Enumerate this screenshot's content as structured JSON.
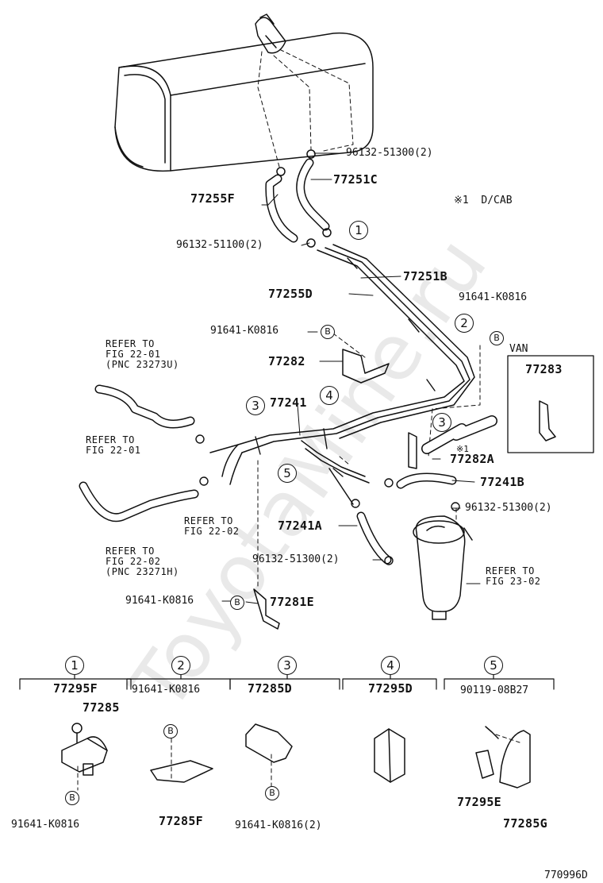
{
  "watermark": "ToyotaMine.ru",
  "note": {
    "mark": "※1",
    "text": "D/CAB"
  },
  "note_small": "※1",
  "van_label": "VAN",
  "labels": {
    "p96132_51300_a": "96132-51300(2)",
    "p77251C": "77251C",
    "p77255F": "77255F",
    "p96132_51100": "96132-51100(2)",
    "p77251B": "77251B",
    "p77255D": "77255D",
    "p91641_K0816_a": "91641-K0816",
    "p91641_K0816_b": "91641-K0816",
    "p77282": "77282",
    "p77283": "77283",
    "p77241": "77241",
    "p77282A": "77282A",
    "p77241B": "77241B",
    "p96132_51300_b": "96132-51300(2)",
    "p77241A": "77241A",
    "p96132_51300_c": "96132-51300(2)",
    "p91641_K0816_c": "91641-K0816",
    "p77281E": "77281E"
  },
  "refs": {
    "r1": "REFER TO\nFIG 22-01\n(PNC 23273U)",
    "r2": "REFER TO\nFIG 22-01",
    "r3": "REFER TO\nFIG 22-02",
    "r4": "REFER TO\nFIG 22-02\n(PNC 23271H)",
    "r5": "REFER TO\nFIG 23-02"
  },
  "circles": [
    "1",
    "2",
    "3",
    "3",
    "4",
    "5"
  ],
  "b_mark": "B",
  "details": [
    {
      "num": "1",
      "top": "77295F",
      "mid": "77285",
      "bottom": "91641-K0816"
    },
    {
      "num": "2",
      "top": "91641-K0816",
      "bottom": "77285F"
    },
    {
      "num": "3",
      "top": "77285D",
      "bottom": "91641-K0816(2)"
    },
    {
      "num": "4",
      "top": "77295D"
    },
    {
      "num": "5",
      "top": "90119-08B27",
      "bottom1": "77295E",
      "bottom2": "77285G"
    }
  ],
  "figure_code": "770996D"
}
